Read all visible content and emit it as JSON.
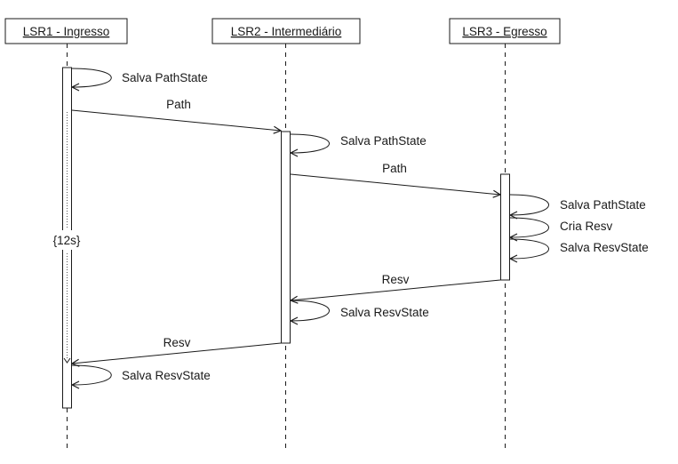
{
  "lifelines": [
    {
      "id": "lsr1",
      "label": "LSR1 - Ingresso"
    },
    {
      "id": "lsr2",
      "label": "LSR2 - Intermediário"
    },
    {
      "id": "lsr3",
      "label": "LSR3 - Egresso"
    }
  ],
  "messages": [
    {
      "id": "path-1",
      "from": "lsr1",
      "to": "lsr2",
      "label": "Path"
    },
    {
      "id": "path-2",
      "from": "lsr2",
      "to": "lsr3",
      "label": "Path"
    },
    {
      "id": "resv-1",
      "from": "lsr3",
      "to": "lsr2",
      "label": "Resv"
    },
    {
      "id": "resv-2",
      "from": "lsr2",
      "to": "lsr1",
      "label": "Resv"
    }
  ],
  "self_messages": [
    {
      "lifeline": "lsr1",
      "label": "Salva PathState"
    },
    {
      "lifeline": "lsr2",
      "label": "Salva PathState"
    },
    {
      "lifeline": "lsr3",
      "label": "Salva PathState"
    },
    {
      "lifeline": "lsr3",
      "label": "Cria Resv"
    },
    {
      "lifeline": "lsr3",
      "label": "Salva ResvState"
    },
    {
      "lifeline": "lsr2",
      "label": "Salva ResvState"
    },
    {
      "lifeline": "lsr1",
      "label": "Salva ResvState"
    }
  ],
  "duration_constraint": {
    "lifeline": "lsr1",
    "label": "{12s}"
  }
}
